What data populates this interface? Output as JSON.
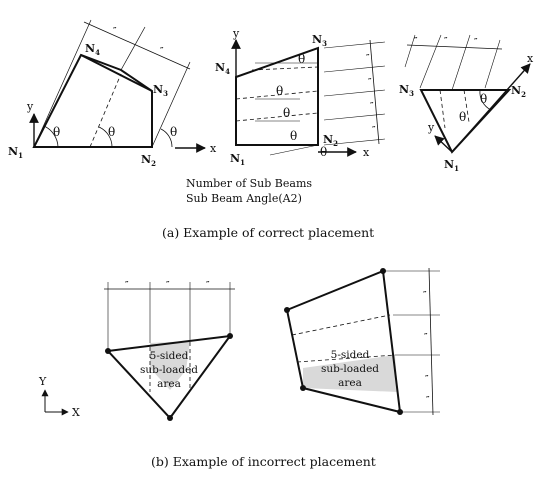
{
  "diagram_a": {
    "caption": "(a) Example of correct placement",
    "note_line1": "Number of Sub Beams",
    "note_line2": "Sub Beam Angle(A2)",
    "theta": "θ",
    "tick": "″",
    "axis_x": "x",
    "axis_y": "y",
    "node_letter": "N",
    "n1_sub": "1",
    "n2_sub": "2",
    "n3_sub": "3",
    "n4_sub": "4"
  },
  "diagram_b": {
    "caption": "(b) Example of incorrect placement",
    "area_line1": "5-sided",
    "area_line2": "sub-loaded",
    "area_line3": "area",
    "axis_x": "X",
    "axis_y": "Y",
    "tick": "″"
  },
  "colors": {
    "line": "#111111",
    "hatch": "#d9d9d9"
  }
}
